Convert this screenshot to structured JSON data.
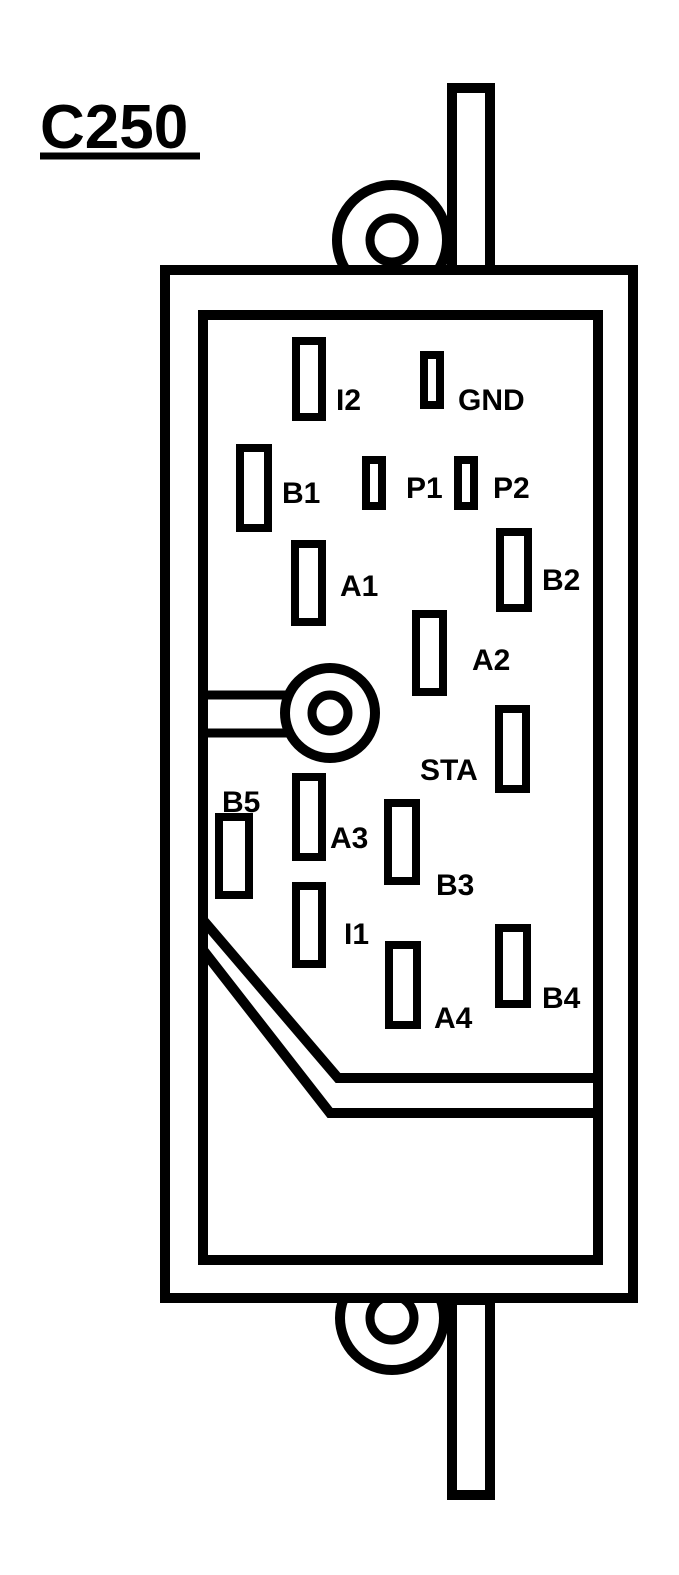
{
  "connector": {
    "title": "C250"
  },
  "pins": [
    {
      "id": "I2",
      "label": "I2"
    },
    {
      "id": "GND",
      "label": "GND"
    },
    {
      "id": "B1",
      "label": "B1"
    },
    {
      "id": "P1",
      "label": "P1"
    },
    {
      "id": "P2",
      "label": "P2"
    },
    {
      "id": "A1",
      "label": "A1"
    },
    {
      "id": "B2",
      "label": "B2"
    },
    {
      "id": "A2",
      "label": "A2"
    },
    {
      "id": "STA",
      "label": "STA"
    },
    {
      "id": "B5",
      "label": "B5"
    },
    {
      "id": "A3",
      "label": "A3"
    },
    {
      "id": "B3",
      "label": "B3"
    },
    {
      "id": "I1",
      "label": "I1"
    },
    {
      "id": "A4",
      "label": "A4"
    },
    {
      "id": "B4",
      "label": "B4"
    }
  ]
}
